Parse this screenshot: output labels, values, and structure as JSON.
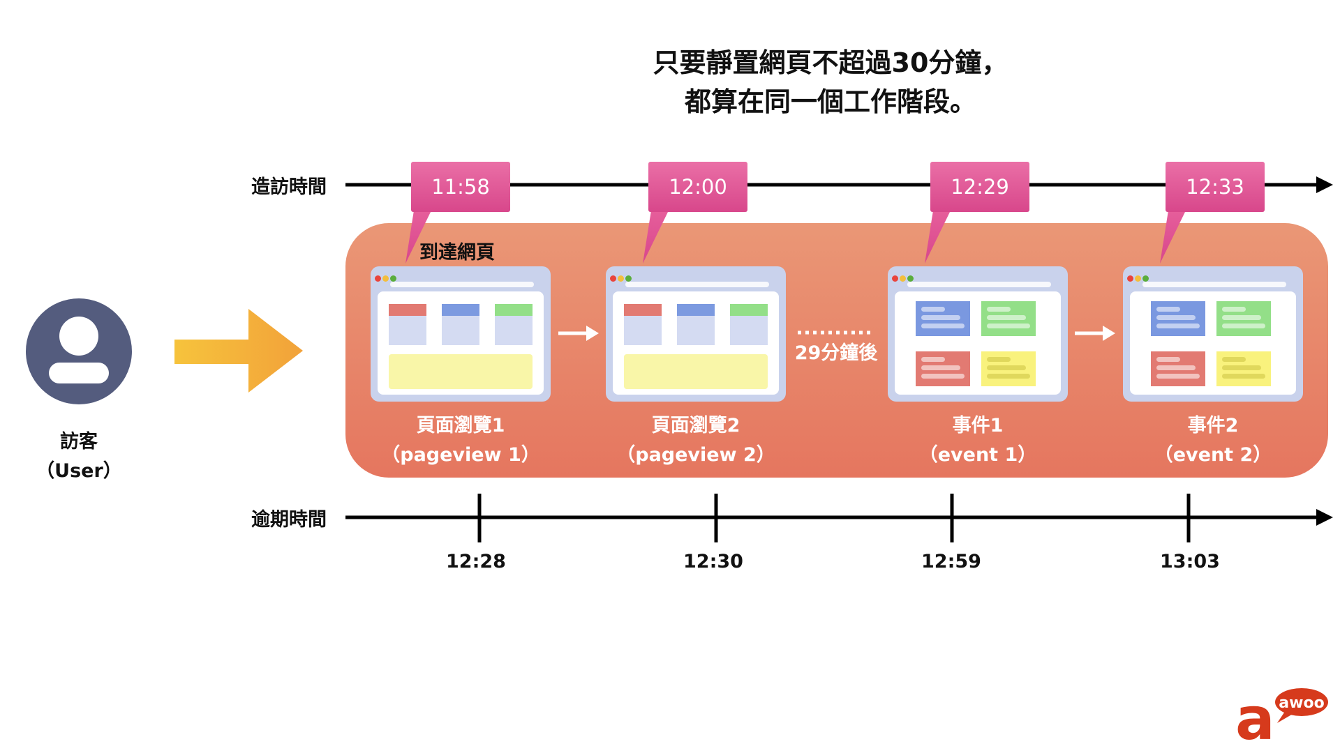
{
  "title": {
    "line1": "只要靜置網頁不超過30分鐘，",
    "line2": "都算在同一個工作階段。"
  },
  "user": {
    "label_zh": "訪客",
    "label_en": "（User）",
    "icon": "user-avatar-icon"
  },
  "timelines": {
    "visit_label": "造訪時間",
    "expire_label": "逾期時間"
  },
  "arrive_label": "到達網頁",
  "gap_label": "29分鐘後",
  "steps": [
    {
      "visit_time": "11:58",
      "expire_time": "12:28",
      "name": "頁面瀏覽1",
      "code": "（pageview 1）",
      "kind": "pageview"
    },
    {
      "visit_time": "12:00",
      "expire_time": "12:30",
      "name": "頁面瀏覽2",
      "code": "（pageview 2）",
      "kind": "pageview"
    },
    {
      "visit_time": "12:29",
      "expire_time": "12:59",
      "name": "事件1",
      "code": "（event 1）",
      "kind": "event"
    },
    {
      "visit_time": "12:33",
      "expire_time": "13:03",
      "name": "事件2",
      "code": "（event 2）",
      "kind": "event"
    }
  ],
  "colors": {
    "panel": "#e87f66",
    "bubble": "#de4f92",
    "avatar": "#545c7e",
    "arrow": "#f4b73a"
  },
  "logo_text": "awoo"
}
